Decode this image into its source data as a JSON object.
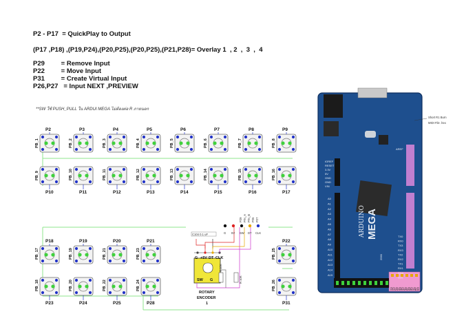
{
  "legend": {
    "line1": "P2 - P17  = QuickPlay to Output",
    "line2": "(P17 ,P18) ,(P19,P24),(P20,P25),(P20,P25),(P21,P28)= Overlay 1  , 2  ,  3  ,  4",
    "line3": "P29         = Remove Input",
    "line4": "P22         = Move Input",
    "line5": "P31         = Create Virtual Input",
    "line6": "P26,P27   = Input NEXT ,PREVIEW"
  },
  "note": "**SW ใช้ PUSH_PULL ใน ARDUI MEGA ไม่ต้องต่อ R ภายนอก",
  "rows": {
    "row1_top": [
      "P2",
      "P3",
      "P4",
      "P5",
      "P6",
      "P7",
      "P8",
      "P9"
    ],
    "row1_side": [
      "PB_1",
      "PB_2",
      "PB_3",
      "PB_4",
      "PB_5",
      "PB_6",
      "PB_7",
      "PB_8"
    ],
    "row2_side": [
      "PB_9",
      "PB_10",
      "PB_11",
      "PB_12",
      "PB_13",
      "PB_14",
      "PB_15",
      "PB_16"
    ],
    "row2_bottom": [
      "P10",
      "P11",
      "P12",
      "P13",
      "P14",
      "P15",
      "P16",
      "P17"
    ],
    "row3_top": [
      "P18",
      "P19",
      "P20",
      "P21"
    ],
    "row3_side": [
      "PB_17",
      "PB_19",
      "PB_21",
      "PB_23"
    ],
    "row4_side": [
      "PB_18",
      "PB_20",
      "PB_22",
      "PB_24"
    ],
    "row4_bottom": [
      "P23",
      "P24",
      "P25",
      "P28"
    ],
    "right_top": "P22",
    "right_top_side": "PB_25",
    "right_bottom_side": "PB_26",
    "right_bottom": "P31"
  },
  "encoder": {
    "cap": "C104 0.1 uF",
    "pins_top": [
      "G",
      "+5V",
      "DT",
      "CLK"
    ],
    "pins_bottom": [
      "SW",
      "G"
    ],
    "name_line1": "ROTARY",
    "name_line2": "ENCODER",
    "name_line3": "1",
    "res1": "R 10K",
    "res2": "R 10K",
    "hdr_pins": [
      "P29",
      "PIN_A",
      "PIN_B",
      "P26",
      "P27"
    ],
    "hdr_labels": [
      "G",
      "5V",
      "SW",
      "DT",
      "CLK"
    ]
  },
  "board": {
    "name": "ARDUINO",
    "model": "MEGA",
    "label": "2560",
    "annotation_line1": "Short R1 Burn",
    "annotation_line2": "MIDI File .hex",
    "pin_labels_left": [
      "A0",
      "A1",
      "A2",
      "A3",
      "A4",
      "A5",
      "A6",
      "A7",
      "A8",
      "A9",
      "A10",
      "A11",
      "A12",
      "A13",
      "A14",
      "A15"
    ],
    "pin_labels_right": [
      "TX0",
      "RX0",
      "TX3",
      "RX3",
      "TX2",
      "RX2",
      "TX1",
      "RX1",
      "SDA",
      "SCL"
    ],
    "power_labels": [
      "IOREF",
      "RESET",
      "3.3V",
      "5V",
      "GND",
      "GND",
      "VIN"
    ],
    "header_numbers": [
      "23",
      "25",
      "27",
      "29",
      "31",
      "33",
      "35",
      "37",
      "39",
      "41",
      "43",
      "45",
      "47",
      "49",
      "51",
      "53"
    ],
    "aref": "AREF"
  },
  "colors": {
    "button_green": "#3fd13c",
    "button_blue": "#2233c8",
    "wire_green": "#8fe48d",
    "board_blue": "#1e4f8e",
    "header_purple": "#c07fd0",
    "encoder_yellow": "#f0e638"
  }
}
